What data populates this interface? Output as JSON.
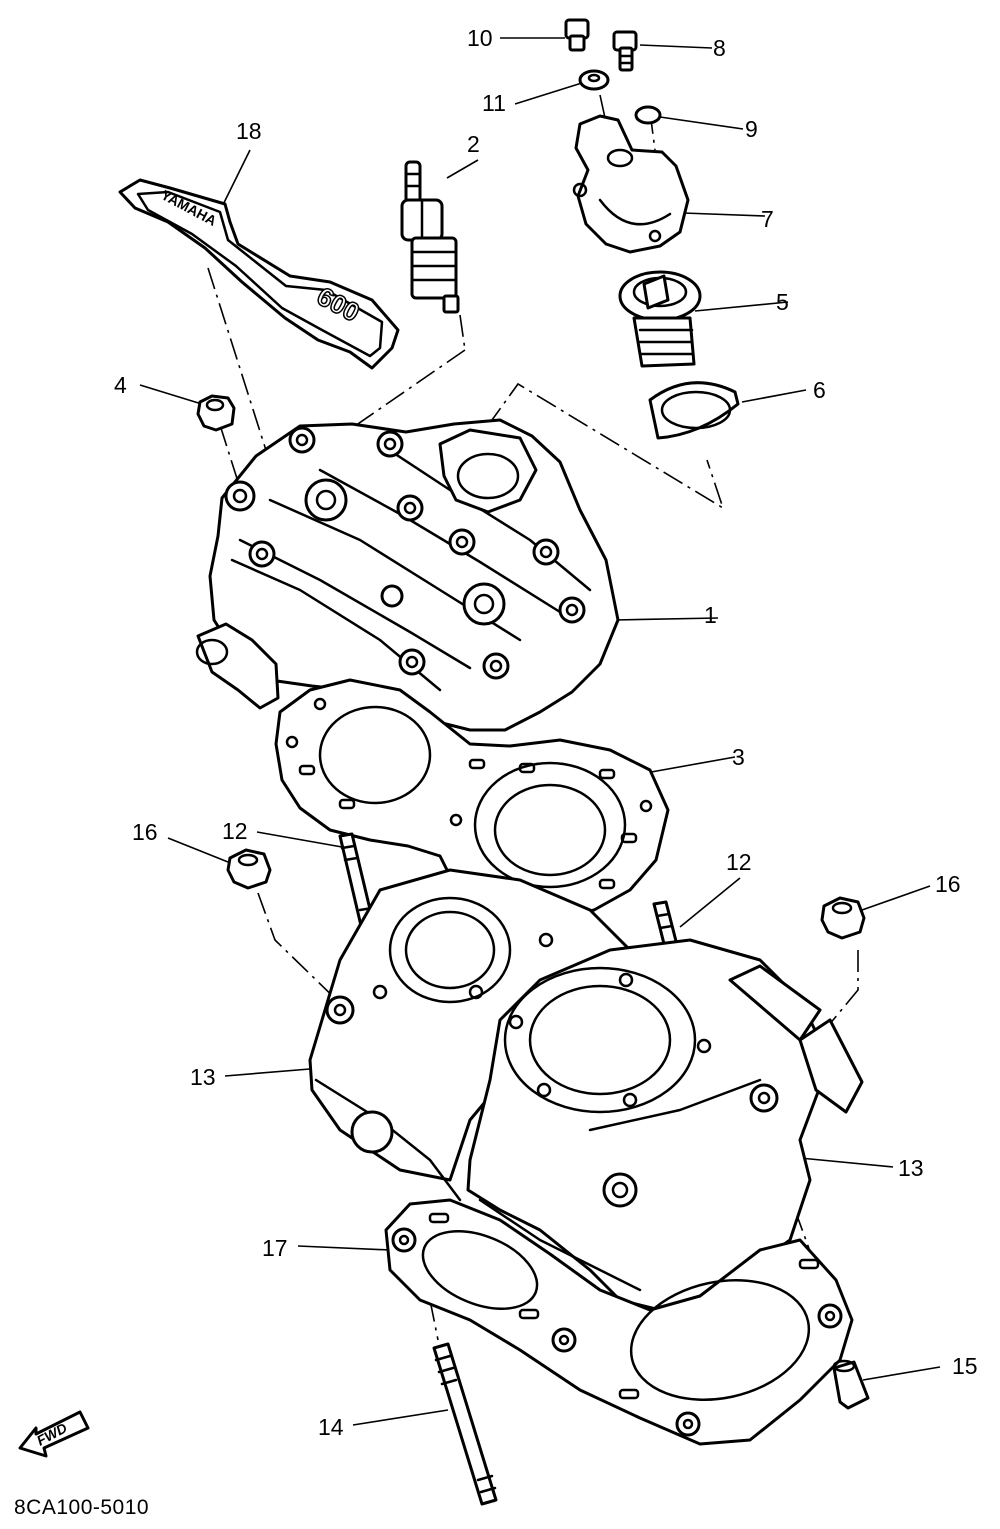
{
  "diagram_code": "8CA100-5010",
  "fwd_label": "FWD",
  "emblem_text": "YAMAHA",
  "emblem_number": "600",
  "callouts": {
    "c1": "1",
    "c2": "2",
    "c3": "3",
    "c4": "4",
    "c5": "5",
    "c6": "6",
    "c7": "7",
    "c8": "8",
    "c9": "9",
    "c10": "10",
    "c11": "11",
    "c12a": "12",
    "c12b": "12",
    "c13a": "13",
    "c13b": "13",
    "c14": "14",
    "c15": "15",
    "c16a": "16",
    "c16b": "16",
    "c17": "17",
    "c18": "18"
  }
}
